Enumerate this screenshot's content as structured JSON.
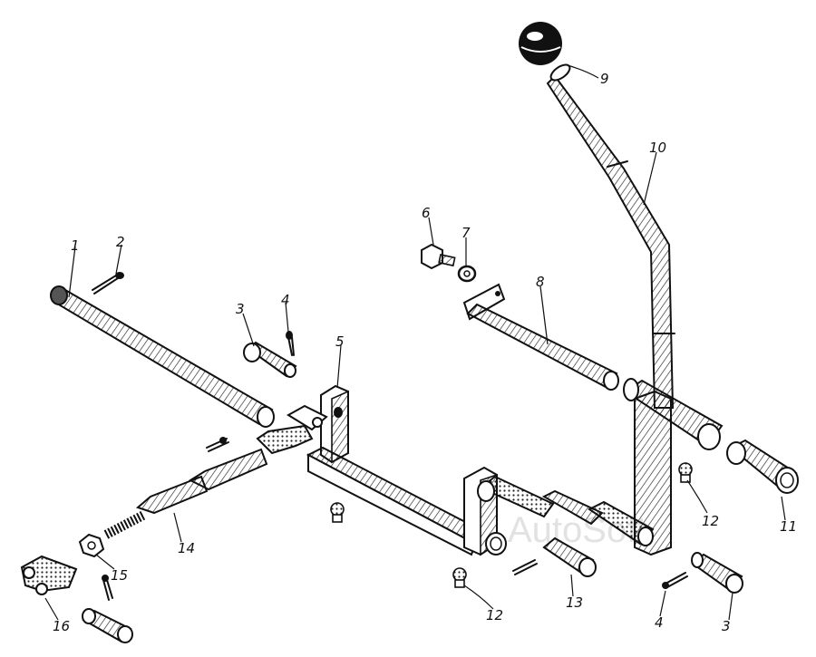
{
  "figure": {
    "watermark": "AutoSoft",
    "callouts": [
      {
        "id": "c1",
        "label": "1"
      },
      {
        "id": "c2",
        "label": "2"
      },
      {
        "id": "c3a",
        "label": "3"
      },
      {
        "id": "c4a",
        "label": "4"
      },
      {
        "id": "c5",
        "label": "5"
      },
      {
        "id": "c6",
        "label": "6"
      },
      {
        "id": "c7",
        "label": "7"
      },
      {
        "id": "c8",
        "label": "8"
      },
      {
        "id": "c9",
        "label": "9"
      },
      {
        "id": "c10",
        "label": "10"
      },
      {
        "id": "c11",
        "label": "11"
      },
      {
        "id": "c12a",
        "label": "12"
      },
      {
        "id": "c12b",
        "label": "12"
      },
      {
        "id": "c13",
        "label": "13"
      },
      {
        "id": "c14",
        "label": "14"
      },
      {
        "id": "c15",
        "label": "15"
      },
      {
        "id": "c16",
        "label": "16"
      },
      {
        "id": "c4b",
        "label": "4"
      },
      {
        "id": "c3b",
        "label": "3"
      }
    ]
  }
}
